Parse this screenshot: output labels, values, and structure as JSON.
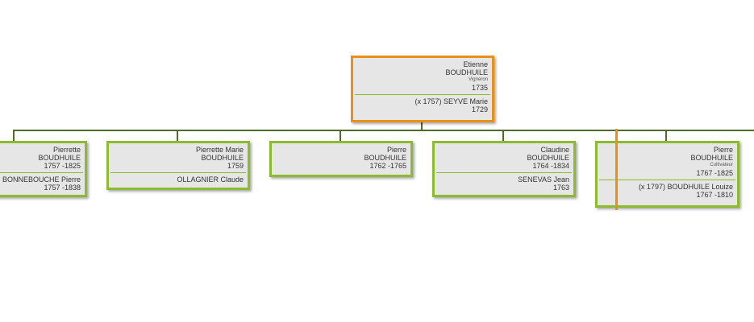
{
  "root": {
    "first_name": "Etienne",
    "last_name": "BOUDHUILE",
    "occupation": "Vigneron",
    "dates": "1735",
    "spouse_line": "(x 1757)  SEYVE  Marie",
    "spouse_dates": "1729"
  },
  "children": [
    {
      "first_name": "Pierrette",
      "last_name": "BOUDHUILE",
      "dates": "1757  -1825",
      "spouse_line": "BONNEBOUCHE  Pierre",
      "spouse_dates": "1757  -1838"
    },
    {
      "first_name": "Pierrette Marie",
      "last_name": "BOUDHUILE",
      "dates": "1759",
      "spouse_line": "OLLAGNIER  Claude"
    },
    {
      "first_name": "Pierre",
      "last_name": "BOUDHUILE",
      "dates": "1762  -1765"
    },
    {
      "first_name": "Claudine",
      "last_name": "BOUDHUILE",
      "dates": "1764  -1834",
      "spouse_line": "SENEVAS  Jean",
      "spouse_dates": "1763"
    },
    {
      "first_name": "Pierre",
      "last_name": "BOUDHUILE",
      "occupation": "Cultivateur",
      "dates": "1767  -1825",
      "spouse_line": "(x 1797)  BOUDHUILE  Louize",
      "spouse_dates": "1767  -1810"
    }
  ],
  "colors": {
    "root_border": "#e8901a",
    "child_border": "#8dbb2f",
    "connector": "#4e6b2c",
    "card_bg": "#e6e6e6"
  }
}
